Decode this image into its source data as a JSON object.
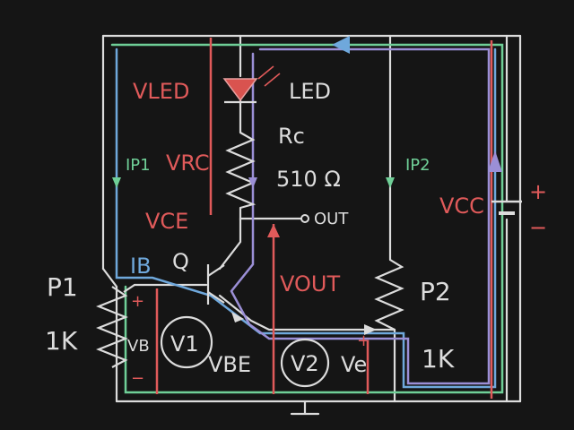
{
  "labels": {
    "v_led": "VLED",
    "led": "LED",
    "rc": "Rc",
    "rc_value": "510 Ω",
    "v_rc": "VRC",
    "ip1": "IP1",
    "ip2": "IP2",
    "v_ce": "VCE",
    "out": "OUT",
    "v_out": "VOUT",
    "ib": "IB",
    "q": "Q",
    "p1": "P1",
    "p1_value": "1K",
    "p2": "P2",
    "p2_value": "1K",
    "vb": "VB",
    "v1": "V1",
    "v_be": "VBE",
    "v2": "V2",
    "ve": "Ve",
    "vcc": "VCC",
    "plus": "+",
    "minus": "−"
  },
  "colors": {
    "board": "#151515",
    "chalk_white": "#dcdcdc",
    "chalk_red": "#e05a5a",
    "chalk_green": "#6fcf97",
    "chalk_blue": "#6fa8dc",
    "chalk_purple": "#9b8fd6",
    "led_fill": "#d9534f"
  }
}
